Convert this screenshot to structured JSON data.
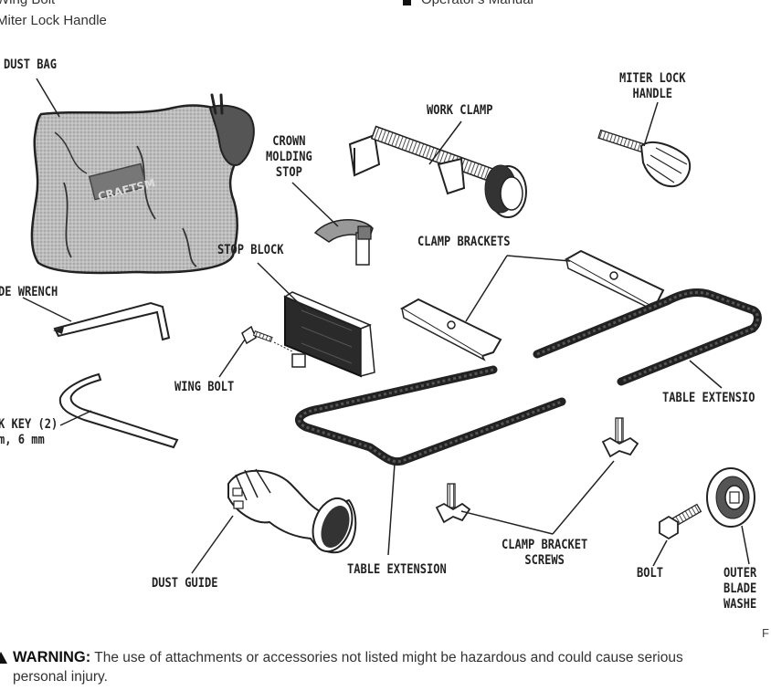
{
  "parts_list": {
    "left": [
      "Wing Bolt",
      "Miter Lock Handle"
    ],
    "right": [
      "Operator's Manual"
    ]
  },
  "labels": {
    "dust_bag": "DUST BAG",
    "miter_lock_handle": [
      "MITER LOCK",
      "HANDLE"
    ],
    "work_clamp": "WORK CLAMP",
    "crown_molding_stop": [
      "CROWN",
      "MOLDING",
      "STOP"
    ],
    "stop_block": "STOP BLOCK",
    "clamp_brackets": "CLAMP BRACKETS",
    "blade_wrench": "DE WRENCH",
    "wing_bolt": "WING BOLT",
    "hex_key": [
      "K KEY (2)",
      "m, 6 mm"
    ],
    "table_extension_right": "TABLE EXTENSIO",
    "table_extension_bottom": "TABLE EXTENSION",
    "dust_guide": "DUST GUIDE",
    "clamp_bracket_screws": [
      "CLAMP BRACKET",
      "SCREWS"
    ],
    "bolt": "BOLT",
    "outer_blade_washer": [
      "OUTER",
      "BLADE",
      "WASHE"
    ],
    "bag_brand": "CRAFTSM"
  },
  "figure_label": "F",
  "warning": {
    "title": "WARNING:",
    "text": " The use of attachments or accessories not listed might be hazardous and could cause serious",
    "text2": "personal injury."
  }
}
